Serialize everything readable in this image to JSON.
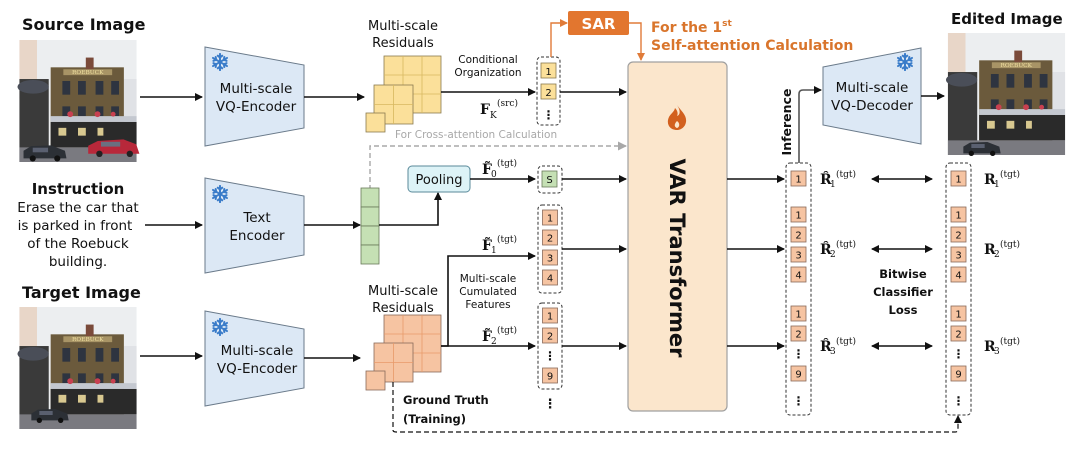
{
  "colors": {
    "accent_orange": "#e07b39",
    "sar_fill": "#e2762f",
    "sar_text_orange": "#d9752c",
    "transformer_fill": "#fbe6cc",
    "encoder_fill": "#dce8f5",
    "yellow_token": "#fbe09a",
    "orange_token": "#f6c4a2",
    "green_token": "#c5e0b4",
    "pooling_fill": "#ddf3f7",
    "dashed_gray": "#9a9a9a"
  },
  "inputs": {
    "source_title": "Source Image",
    "instruction_title": "Instruction",
    "instruction_lines": [
      "Erase the car that",
      "is parked in front",
      "of the Roebuck",
      "building."
    ],
    "target_title": "Target Image",
    "output_title": "Edited Image"
  },
  "encoders": {
    "source_encoder": [
      "Multi-scale",
      "VQ-Encoder"
    ],
    "text_encoder": [
      "Text",
      "Encoder"
    ],
    "target_encoder": [
      "Multi-scale",
      "VQ-Encoder"
    ],
    "decoder": [
      "Multi-scale",
      "VQ-Decoder"
    ],
    "frozen_icon": "snowflake-icon"
  },
  "residuals": {
    "src_label": [
      "Multi-scale",
      "Residuals"
    ],
    "tgt_label": [
      "Multi-scale",
      "Residuals"
    ],
    "conditional_org": [
      "Conditional",
      "Organization"
    ],
    "cross_attn": "For Cross-attention Calculation",
    "cumulated": [
      "Multi-scale",
      "Cumulated",
      "Features"
    ],
    "ground_truth": [
      "Ground Truth",
      "(Training)"
    ]
  },
  "features": {
    "fk_src": {
      "base": "F",
      "sub": "K",
      "sup": "(src)"
    },
    "f0_tgt": {
      "base": "F̃",
      "sub": "0",
      "sup": "(tgt)"
    },
    "f1_tgt": {
      "base": "F̃",
      "sub": "1",
      "sup": "(tgt)"
    },
    "f2_tgt": {
      "base": "F̃",
      "sub": "2",
      "sup": "(tgt)"
    }
  },
  "tokens": {
    "src_stack": [
      "1",
      "2",
      "⋮"
    ],
    "s_token": "S",
    "f1_stack": [
      "1",
      "2",
      "3",
      "4"
    ],
    "f2_stack": [
      "1",
      "2",
      "⋮",
      "9"
    ],
    "continuation": "⋮",
    "pred_groups": [
      [
        "1"
      ],
      [
        "1",
        "2",
        "3",
        "4"
      ],
      [
        "1",
        "2",
        "⋮",
        "9"
      ]
    ],
    "pred_tail": "⋮"
  },
  "sar": {
    "label": "SAR",
    "note_line1": "For the 1",
    "note_sup": "st",
    "note_line2": "Self-attention Calculation"
  },
  "transformer": {
    "label": "VAR Transformer",
    "icon": "fire-icon"
  },
  "inference_label": "Inference",
  "predictions": {
    "r1_hat": {
      "base": "R̂",
      "sub": "1",
      "sup": "(tgt)"
    },
    "r2_hat": {
      "base": "R̂",
      "sub": "2",
      "sup": "(tgt)"
    },
    "r3_hat": {
      "base": "R̂",
      "sub": "3",
      "sup": "(tgt)"
    },
    "r1": {
      "base": "R",
      "sub": "1",
      "sup": "(tgt)"
    },
    "r2": {
      "base": "R",
      "sub": "2",
      "sup": "(tgt)"
    },
    "r3": {
      "base": "R",
      "sub": "3",
      "sup": "(tgt)"
    }
  },
  "loss_label": [
    "Bitwise",
    "Classifier",
    "Loss"
  ],
  "pooling_label": "Pooling"
}
